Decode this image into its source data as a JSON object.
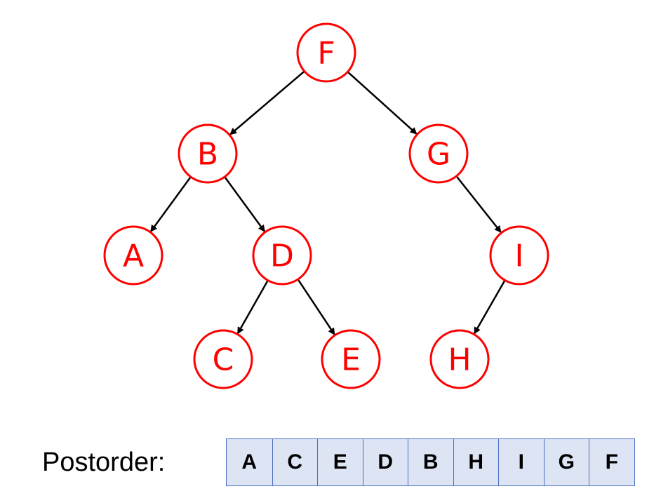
{
  "tree": {
    "nodes": [
      {
        "id": "F",
        "label": "F"
      },
      {
        "id": "B",
        "label": "B"
      },
      {
        "id": "G",
        "label": "G"
      },
      {
        "id": "A",
        "label": "A"
      },
      {
        "id": "D",
        "label": "D"
      },
      {
        "id": "I",
        "label": "I"
      },
      {
        "id": "C",
        "label": "C"
      },
      {
        "id": "E",
        "label": "E"
      },
      {
        "id": "H",
        "label": "H"
      }
    ],
    "edges": [
      {
        "from": "F",
        "to": "B"
      },
      {
        "from": "F",
        "to": "G"
      },
      {
        "from": "B",
        "to": "A"
      },
      {
        "from": "B",
        "to": "D"
      },
      {
        "from": "G",
        "to": "I"
      },
      {
        "from": "D",
        "to": "C"
      },
      {
        "from": "D",
        "to": "E"
      },
      {
        "from": "I",
        "to": "H"
      }
    ],
    "colors": {
      "node": "#ff0000",
      "edge": "#000000"
    }
  },
  "postorder": {
    "label": "Postorder:",
    "sequence": [
      "A",
      "C",
      "E",
      "D",
      "B",
      "H",
      "I",
      "G",
      "F"
    ],
    "colors": {
      "cell_fill": "#dde4f3",
      "cell_border": "#4a6fc1"
    }
  }
}
